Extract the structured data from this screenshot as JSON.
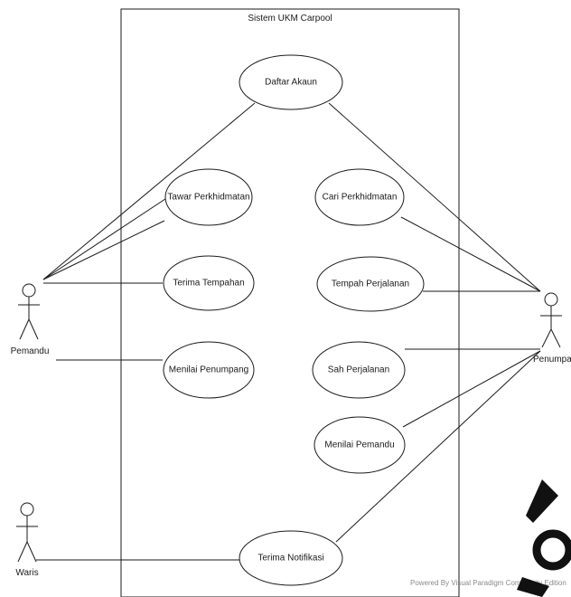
{
  "system": {
    "title": "Sistem UKM Carpool"
  },
  "actors": {
    "pemandu": "Pemandu",
    "penumpang": "Penumpang",
    "waris": "Waris"
  },
  "use_cases": {
    "daftar_akaun": "Daftar Akaun",
    "tawar_perkhidmatan": "Tawar Perkhidmatan",
    "cari_perkhidmatan": "Cari Perkhidmatan",
    "terima_tempahan": "Terima Tempahan",
    "tempah_perjalanan": "Tempah Perjalanan",
    "menilai_penumpang": "Menilai Penumpang",
    "sah_perjalanan": "Sah Perjalanan",
    "menilai_pemandu": "Menilai Pemandu",
    "terima_notifikasi": "Terima Notifikasi"
  },
  "footer": {
    "watermark": "Powered By Visual Paradigm Community Edition"
  },
  "colors": {
    "line": "#1a1a1a",
    "stamp": "#111111"
  }
}
